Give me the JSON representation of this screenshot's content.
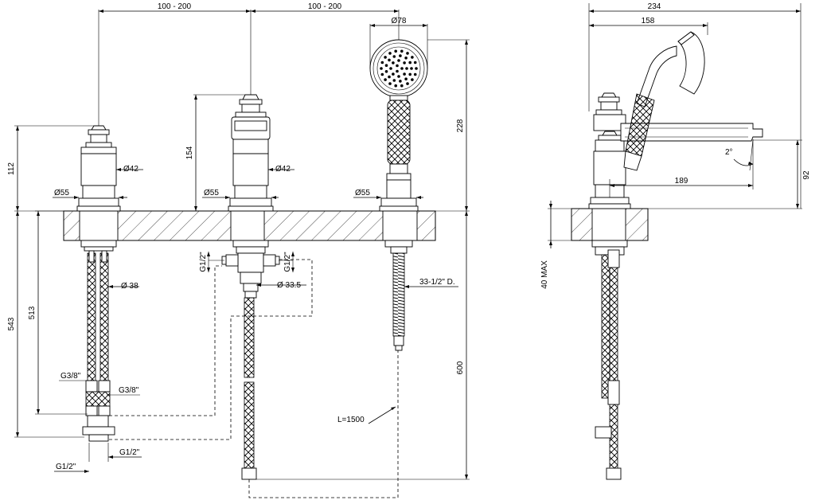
{
  "dims": {
    "spacing_1": "100 - 200",
    "spacing_2": "100 - 200",
    "shower_head_dia": "Ø78",
    "side_total_width": "234",
    "side_spout_reach": "158",
    "handle_height_left": "112",
    "handle_height_mid": "154",
    "shower_height": "228",
    "body_dia_left": "Ø42",
    "body_dia_mid": "Ø42",
    "base_dia_left": "Ø55",
    "base_dia_mid": "Ø55",
    "base_dia_right": "Ø55",
    "hose_dia": "Ø 38",
    "diverter_dia": "Ø 33.5",
    "diverter_thread_left": "G1/2\"",
    "diverter_thread_right": "G1/2\"",
    "length_513": "513",
    "length_543": "543",
    "thread_g38_a": "G3/8\"",
    "thread_g38_b": "G3/8\"",
    "thread_g12_a": "G1/2\"",
    "thread_g12_b": "G1/2\"",
    "shower_hose_length": "L=1500",
    "shower_connection": "33-1/2\" D.",
    "length_600": "600",
    "spout_angle": "2°",
    "spout_height": "92",
    "spout_length": "189",
    "deck_thickness": "40 MAX"
  }
}
